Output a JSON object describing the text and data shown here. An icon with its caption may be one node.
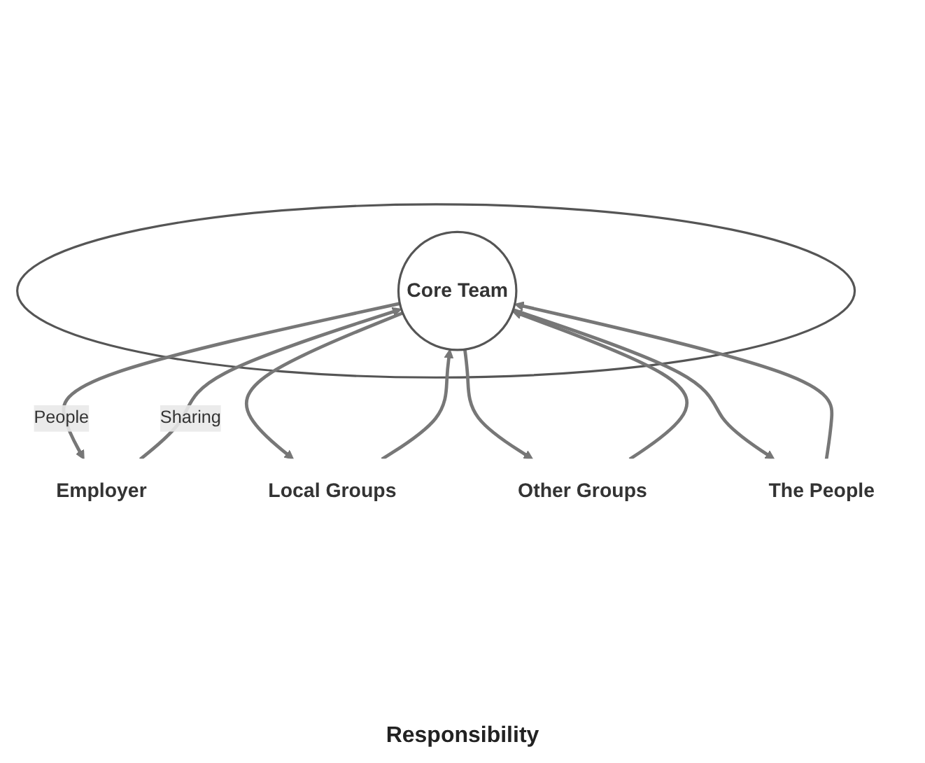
{
  "diagram": {
    "nodes": [
      {
        "text": [],
        "shape": "circle"
      },
      {
        "text": [
          "Core Team"
        ],
        "in": 0
      },
      {
        "text": [
          "Employer"
        ]
      },
      {
        "text": [
          "Local Groups"
        ]
      },
      {
        "text": [
          "Other Groups"
        ]
      },
      {
        "text": [
          "The People"
        ]
      }
    ],
    "edges": [
      {
        "from": 1,
        "to": 2,
        "arrow": "to",
        "label": "People"
      },
      {
        "from": 2,
        "to": 1,
        "arrow": "to",
        "label": "Sharing"
      },
      {
        "from": 1,
        "to": 3,
        "arrow": "to"
      },
      {
        "from": 3,
        "to": 1,
        "arrow": "to"
      },
      {
        "from": 4,
        "to": 1,
        "arrow": "to"
      },
      {
        "from": 1,
        "to": 4,
        "arrow": "to"
      },
      {
        "from": 5,
        "to": 1,
        "arrow": "to"
      },
      {
        "from": 1,
        "to": 5,
        "arrow": "to"
      }
    ],
    "labels": [
      "Responsibility"
    ]
  }
}
